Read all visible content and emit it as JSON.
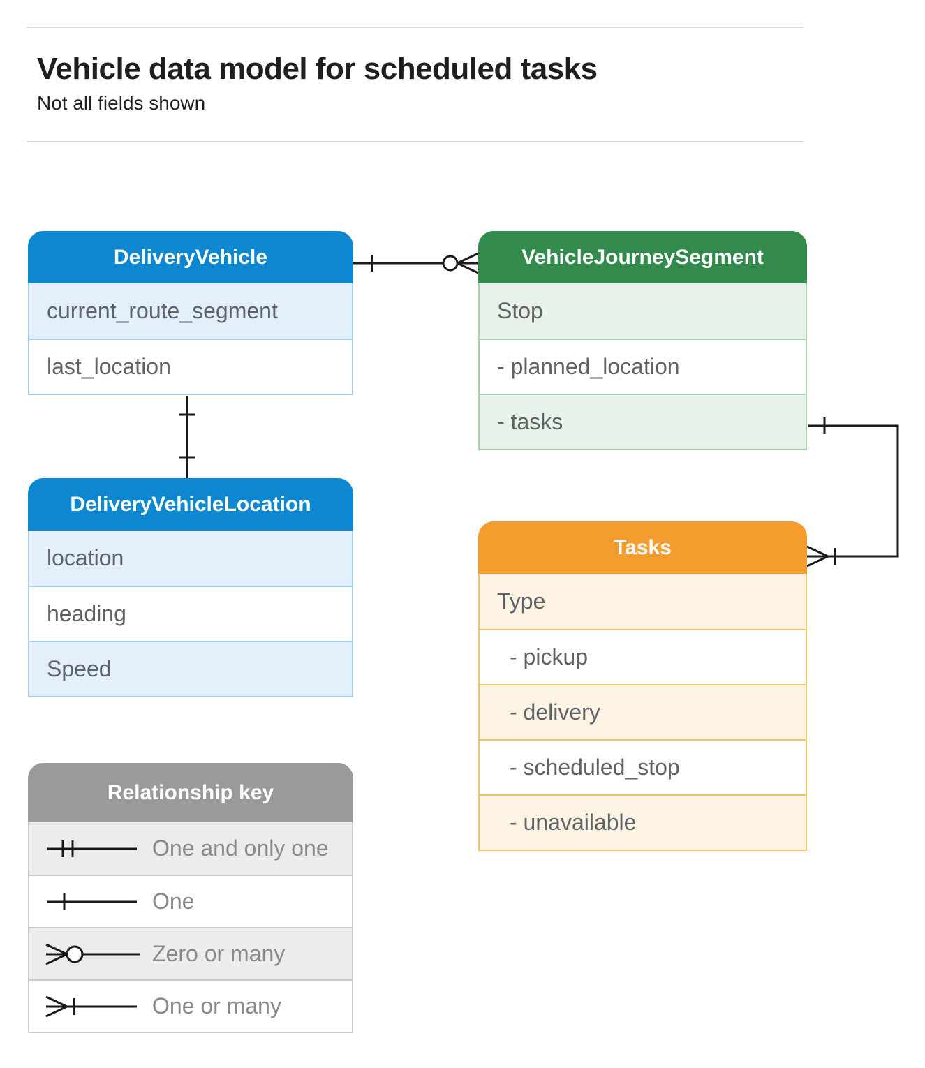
{
  "header": {
    "title": "Vehicle data model for scheduled tasks",
    "subtitle": "Not all fields shown"
  },
  "entities": {
    "delivery_vehicle": {
      "title": "DeliveryVehicle",
      "fields": [
        "current_route_segment",
        "last_location"
      ]
    },
    "vehicle_journey_segment": {
      "title": "VehicleJourneySegment",
      "fields": [
        "Stop",
        "- planned_location",
        "- tasks"
      ]
    },
    "delivery_vehicle_location": {
      "title": "DeliveryVehicleLocation",
      "fields": [
        "location",
        "heading",
        "Speed"
      ]
    },
    "tasks": {
      "title": "Tasks",
      "fields": [
        "Type",
        "- pickup",
        "- delivery",
        "- scheduled_stop",
        "- unavailable"
      ]
    }
  },
  "legend": {
    "title": "Relationship key",
    "items": [
      {
        "symbol": "one-and-only-one-symbol",
        "label": "One and only one"
      },
      {
        "symbol": "one-symbol",
        "label": "One"
      },
      {
        "symbol": "zero-or-many-symbol",
        "label": "Zero or many"
      },
      {
        "symbol": "one-or-many-symbol",
        "label": "One or many"
      }
    ]
  },
  "relationships": [
    {
      "from": "DeliveryVehicle",
      "to": "VehicleJourneySegment",
      "from_cardinality": "one",
      "to_cardinality": "zero-or-many"
    },
    {
      "from": "DeliveryVehicle",
      "to": "DeliveryVehicleLocation",
      "from_cardinality": "one",
      "to_cardinality": "one"
    },
    {
      "from": "VehicleJourneySegment.tasks",
      "to": "Tasks",
      "from_cardinality": "one",
      "to_cardinality": "one-or-many"
    }
  ],
  "colors": {
    "blue_header": "#0E87D1",
    "blue_row": "#E3EFFA",
    "blue_border": "#A3CFEF",
    "green_header": "#338A4D",
    "green_row": "#E8F2E9",
    "green_border": "#A5D3AE",
    "orange_header": "#F49C2D",
    "orange_row": "#FDF3E2",
    "orange_border": "#F2C160",
    "gray_header": "#9A9A9A",
    "gray_row": "#ECECEC",
    "gray_border": "#C9C9C9",
    "connector": "#1A1A1A",
    "rule": "#D8D8D8"
  }
}
